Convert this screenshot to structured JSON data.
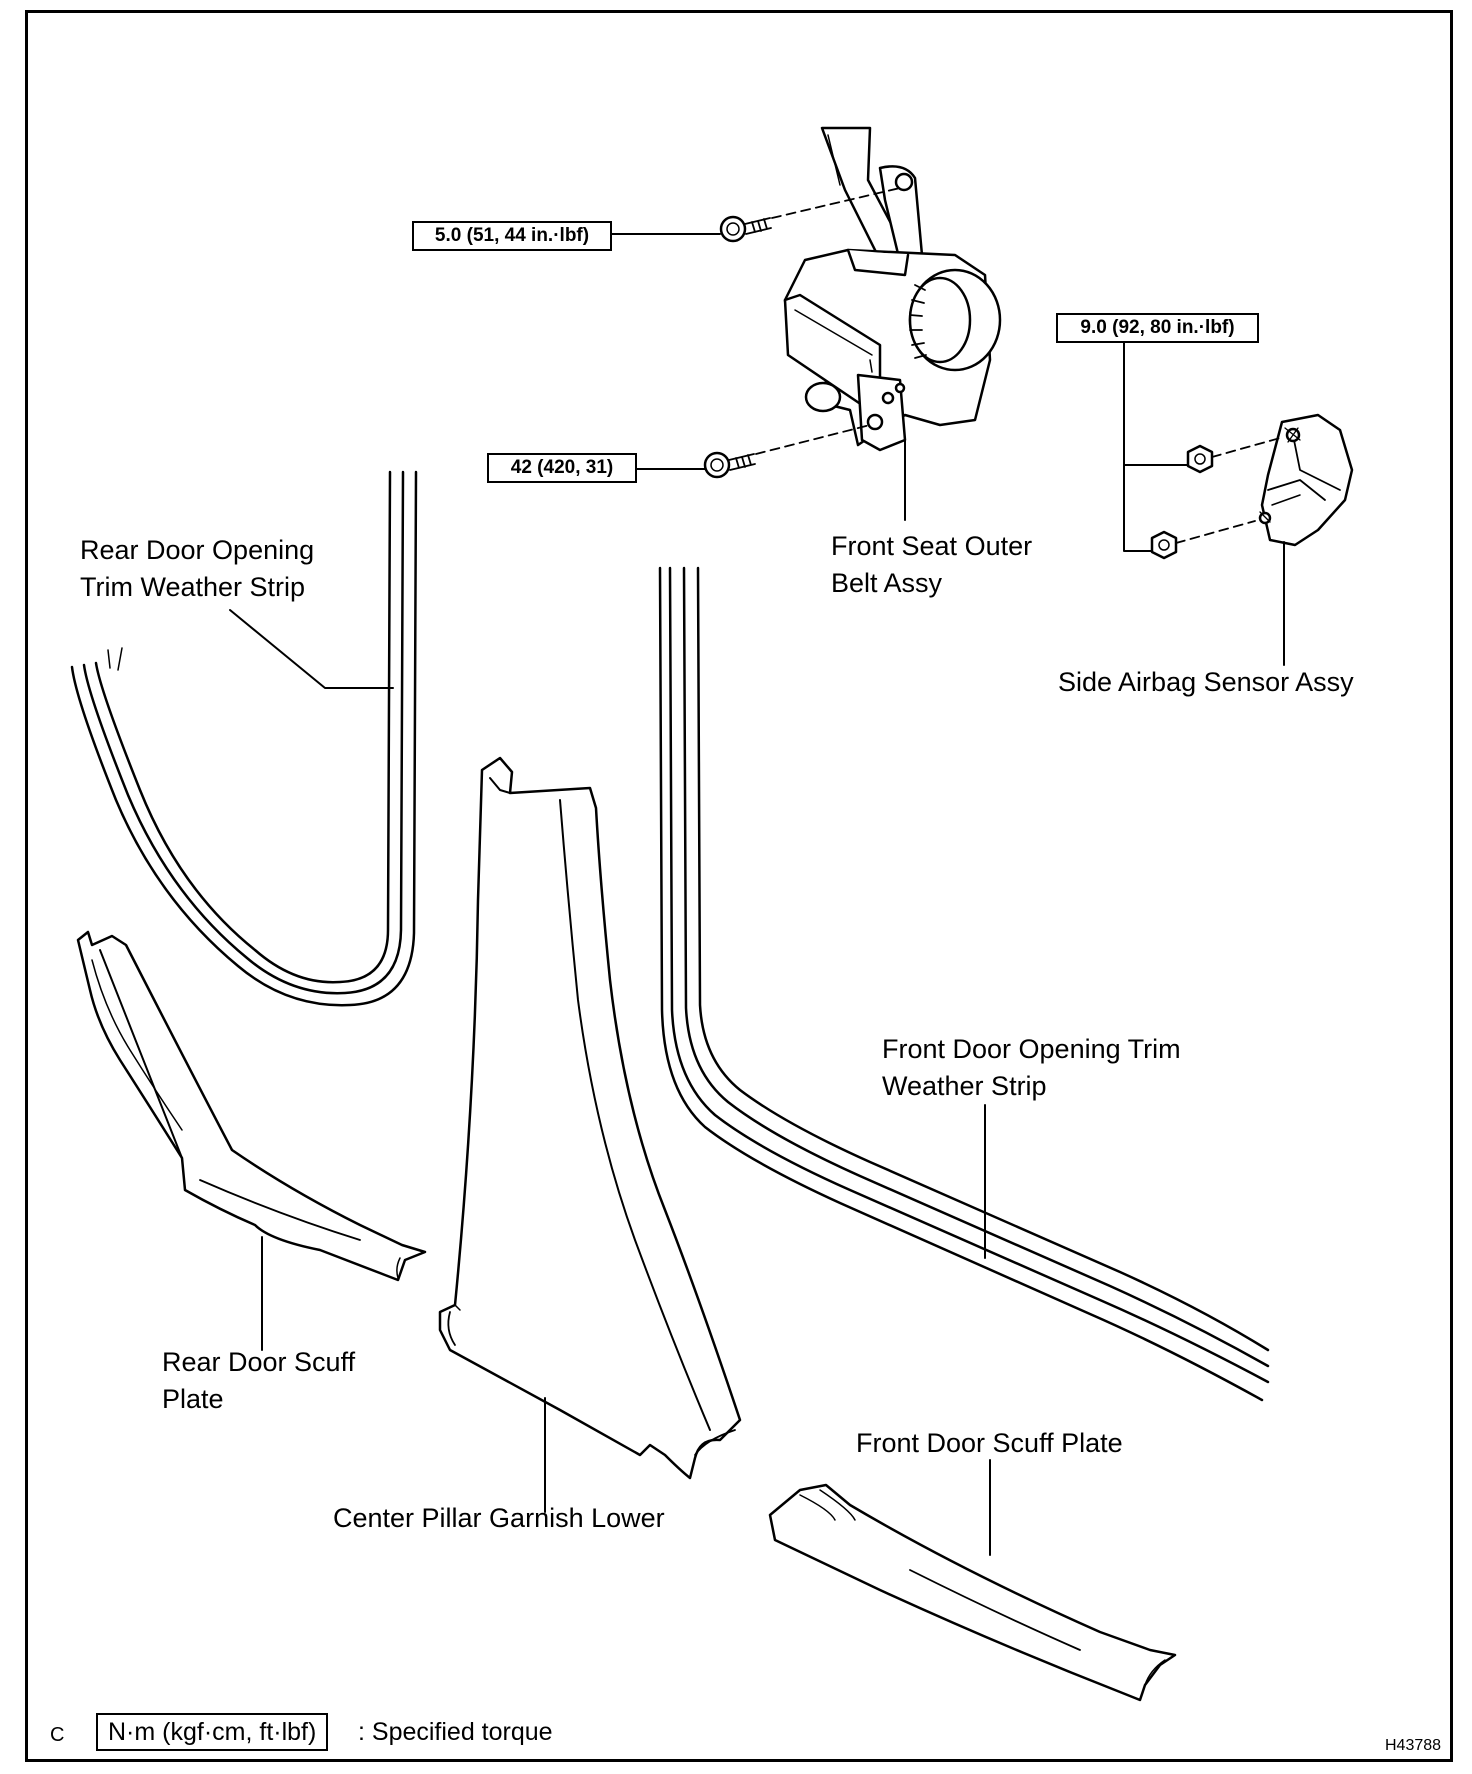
{
  "torque": {
    "belt_upper_bolt": "5.0 (51, 44 in.·lbf)",
    "belt_lower_bolt": "42 (420, 31)",
    "sensor_nuts": "9.0 (92, 80 in.·lbf)"
  },
  "labels": {
    "rear_weather_strip": "Rear Door Opening\nTrim Weather Strip",
    "front_seat_belt": "Front Seat Outer\nBelt Assy",
    "side_airbag_sensor": "Side Airbag Sensor Assy",
    "front_weather_strip": "Front Door Opening Trim\nWeather Strip",
    "rear_scuff_plate": "Rear Door Scuff\nPlate",
    "center_pillar": "Center Pillar Garnish Lower",
    "front_scuff_plate": "Front Door Scuff Plate"
  },
  "legend": {
    "unit_box": "N·m (kgf·cm, ft·lbf)",
    "description": ": Specified torque"
  },
  "footer": {
    "corner_letter": "C",
    "figure_id": "H43788"
  }
}
